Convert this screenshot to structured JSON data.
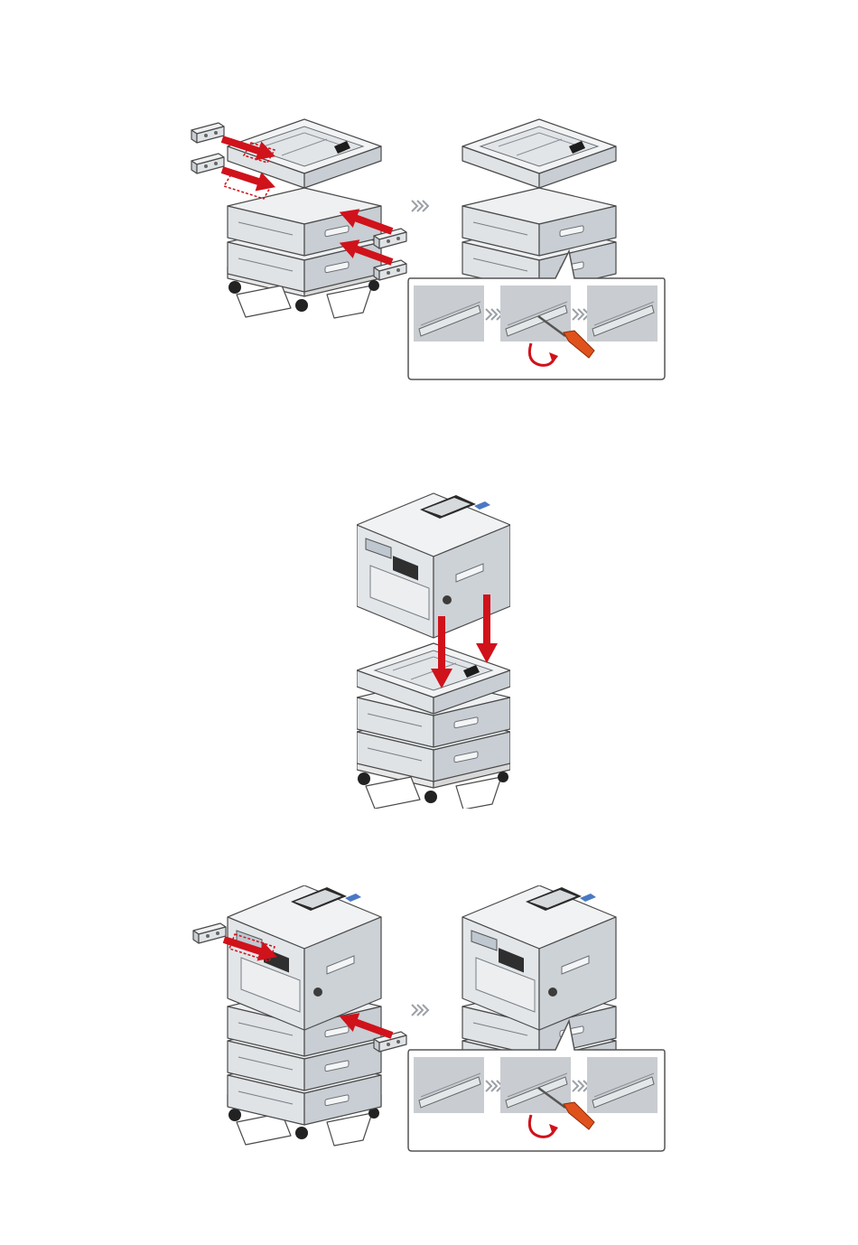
{
  "colors": {
    "arrow_red": "#d0121b",
    "unit_light": "#e6e9ec",
    "unit_mid": "#cfd4d9",
    "unit_dark": "#b6bcc2",
    "edge": "#4a4a4a",
    "screwdriver_handle": "#e0521c",
    "detail_bg": "#c9cdd1",
    "chevron_gray": "#9aa0a6",
    "panel_blue": "#4a78c4"
  },
  "figures": [
    {
      "name": "step-attach-brackets-to-trays",
      "icons": [
        "bracket-icon",
        "screwdriver-icon",
        "chevron-right-icon"
      ]
    },
    {
      "name": "step-lower-printer-onto-trays",
      "icons": [
        "down-arrow-icon"
      ]
    },
    {
      "name": "step-attach-bracket-to-printer",
      "icons": [
        "bracket-icon",
        "screwdriver-icon",
        "chevron-right-icon"
      ]
    }
  ]
}
